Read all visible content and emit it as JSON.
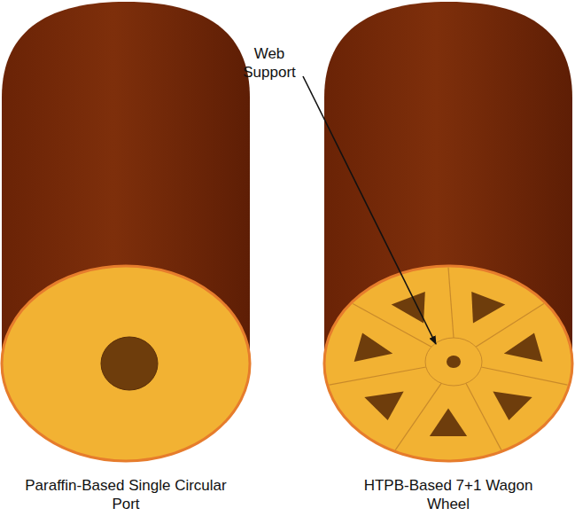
{
  "diagram": {
    "labels": [
      "Web Support",
      "Paraffin-Based Single Circular Port",
      "HTPB-Based 7+1 Wagon Wheel"
    ]
  }
}
